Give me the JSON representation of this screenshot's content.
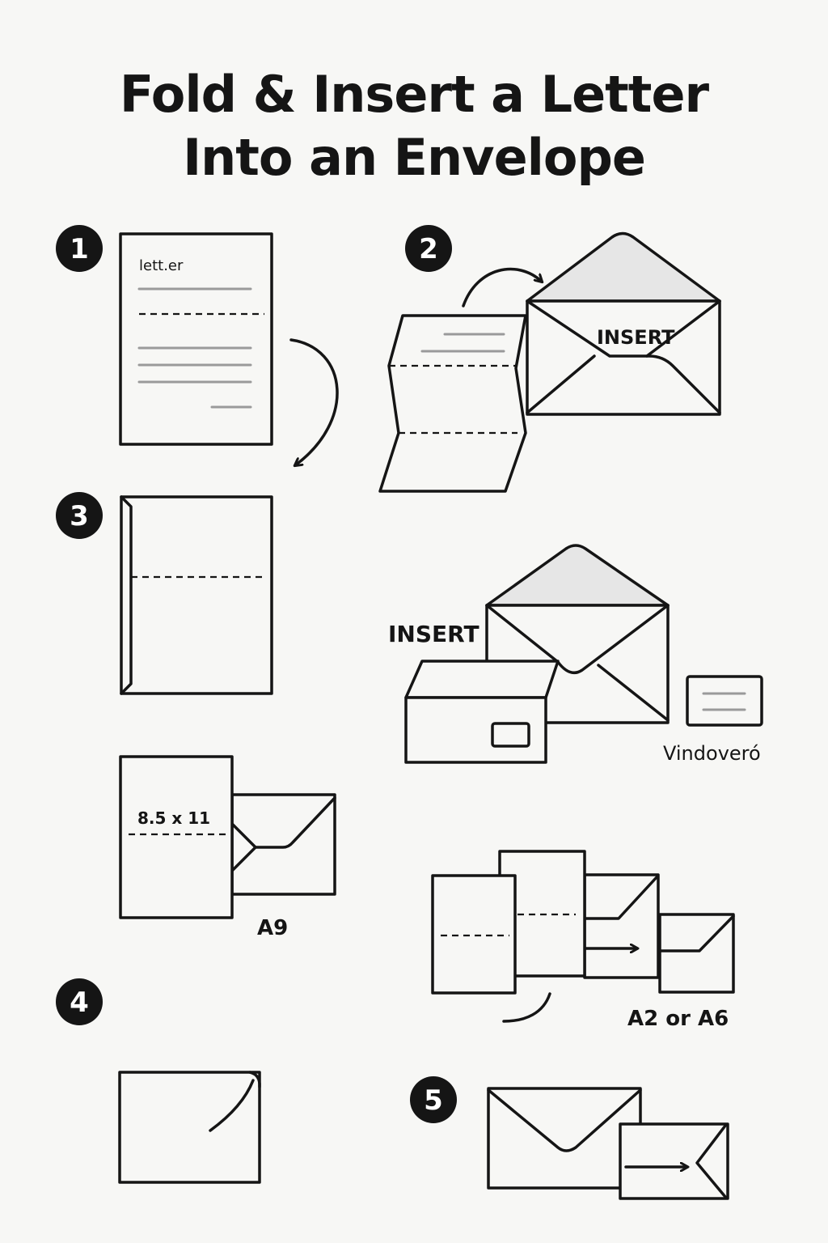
{
  "title": {
    "line1": "Fold & Insert a Letter",
    "line2": "Into an Envelope"
  },
  "steps": [
    {
      "number": "1"
    },
    {
      "number": "2"
    },
    {
      "number": "3"
    },
    {
      "number": "4"
    },
    {
      "number": "5"
    }
  ],
  "labels": {
    "letter": "lett.er",
    "insert_top": "INSERT",
    "insert_mid": "INSERT",
    "window_envelope": "Vindoveró",
    "paper_size": "8.5 x 11",
    "envelope_a9": "A9",
    "envelope_a2_a6": "A2 or A6"
  }
}
